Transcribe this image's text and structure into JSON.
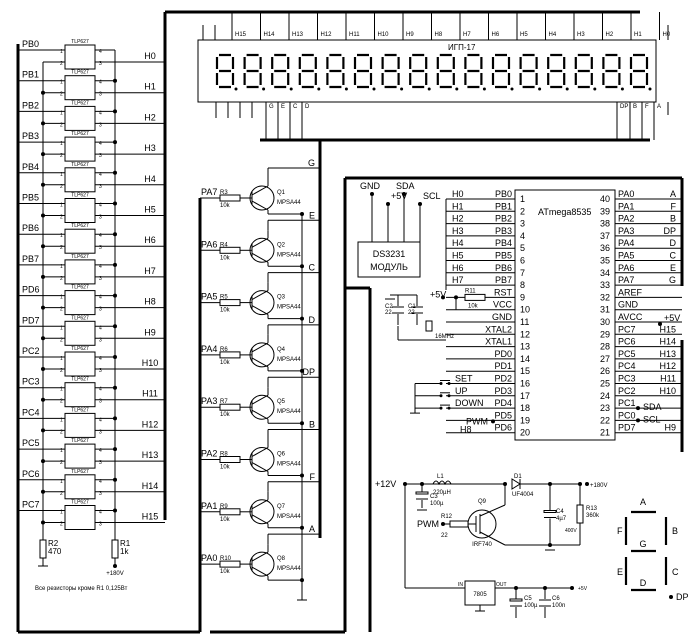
{
  "opto": {
    "part": "TLP627",
    "inputs": [
      "PB0",
      "PB1",
      "PB2",
      "PB3",
      "PB4",
      "PB5",
      "PB6",
      "PB7",
      "PD6",
      "PD7",
      "PC2",
      "PC3",
      "PC4",
      "PC5",
      "PC6",
      "PC7"
    ],
    "outputs": [
      "H0",
      "H1",
      "H2",
      "H3",
      "H4",
      "H5",
      "H6",
      "H7",
      "H8",
      "H9",
      "H10",
      "H11",
      "H12",
      "H13",
      "H14",
      "H15"
    ],
    "pin1": "1",
    "pin2": "2",
    "pin3": "3",
    "pin4": "4",
    "r2_name": "R2",
    "r2_value": "470",
    "r1_name": "R1",
    "r1_value": "1k",
    "supply": "+180V",
    "note": "Все резисторы кроме R1 0,125Вт"
  },
  "display": {
    "name": "ИГП-17",
    "top_pins": [
      "H15",
      "H14",
      "H13",
      "H12",
      "H11",
      "H10",
      "H9",
      "H8",
      "H7",
      "H6",
      "H5",
      "H4",
      "H3",
      "H2",
      "H1",
      "H0"
    ],
    "bottom_left_pins": [
      "G",
      "E",
      "C",
      "D"
    ],
    "bottom_right_pins": [
      "DP",
      "B",
      "F",
      "A"
    ],
    "digits": 16
  },
  "drivers": [
    {
      "port": "PA7",
      "r": "R3",
      "rv": "10k",
      "q": "Q1",
      "part": "MPSA44",
      "seg": "G"
    },
    {
      "port": "PA6",
      "r": "R4",
      "rv": "10k",
      "q": "Q2",
      "part": "MPSA44",
      "seg": "E"
    },
    {
      "port": "PA5",
      "r": "R5",
      "rv": "10k",
      "q": "Q3",
      "part": "MPSA44",
      "seg": "C"
    },
    {
      "port": "PA4",
      "r": "R6",
      "rv": "10k",
      "q": "Q4",
      "part": "MPSA44",
      "seg": "D"
    },
    {
      "port": "PA3",
      "r": "R7",
      "rv": "10k",
      "q": "Q5",
      "part": "MPSA44",
      "seg": "DP"
    },
    {
      "port": "PA2",
      "r": "R8",
      "rv": "10k",
      "q": "Q6",
      "part": "MPSA44",
      "seg": "B"
    },
    {
      "port": "PA1",
      "r": "R9",
      "rv": "10k",
      "q": "Q7",
      "part": "MPSA44",
      "seg": "F"
    },
    {
      "port": "PA0",
      "r": "R10",
      "rv": "10k",
      "q": "Q8",
      "part": "MPSA44",
      "seg": "A"
    }
  ],
  "rtc": {
    "line1": "DS3231",
    "line2": "МОДУЛЬ",
    "pins": [
      "GND",
      "+5V",
      "SDA",
      "SCL"
    ]
  },
  "mcu": {
    "name": "ATmega8535",
    "left": [
      {
        "n": "1",
        "p": "PB0",
        "net": "H0"
      },
      {
        "n": "2",
        "p": "PB1",
        "net": "H1"
      },
      {
        "n": "3",
        "p": "PB2",
        "net": "H2"
      },
      {
        "n": "4",
        "p": "PB3",
        "net": "H3"
      },
      {
        "n": "5",
        "p": "PB4",
        "net": "H4"
      },
      {
        "n": "6",
        "p": "PB5",
        "net": "H5"
      },
      {
        "n": "7",
        "p": "PB6",
        "net": "H6"
      },
      {
        "n": "8",
        "p": "PB7",
        "net": "H7"
      },
      {
        "n": "9",
        "p": "RST",
        "net": ""
      },
      {
        "n": "10",
        "p": "VCC",
        "net": ""
      },
      {
        "n": "11",
        "p": "GND",
        "net": ""
      },
      {
        "n": "12",
        "p": "XTAL2",
        "net": ""
      },
      {
        "n": "13",
        "p": "XTAL1",
        "net": ""
      },
      {
        "n": "14",
        "p": "PD0",
        "net": ""
      },
      {
        "n": "15",
        "p": "PD1",
        "net": ""
      },
      {
        "n": "16",
        "p": "PD2",
        "net": "SET"
      },
      {
        "n": "17",
        "p": "PD3",
        "net": "UP"
      },
      {
        "n": "18",
        "p": "PD4",
        "net": "DOWN"
      },
      {
        "n": "19",
        "p": "PD5",
        "net": "PWM"
      },
      {
        "n": "20",
        "p": "PD6",
        "net": "H8"
      }
    ],
    "right": [
      {
        "n": "40",
        "p": "PA0",
        "net": "A"
      },
      {
        "n": "39",
        "p": "PA1",
        "net": "F"
      },
      {
        "n": "38",
        "p": "PA2",
        "net": "B"
      },
      {
        "n": "37",
        "p": "PA3",
        "net": "DP"
      },
      {
        "n": "36",
        "p": "PA4",
        "net": "D"
      },
      {
        "n": "35",
        "p": "PA5",
        "net": "C"
      },
      {
        "n": "34",
        "p": "PA6",
        "net": "E"
      },
      {
        "n": "33",
        "p": "PA7",
        "net": "G"
      },
      {
        "n": "32",
        "p": "AREF",
        "net": ""
      },
      {
        "n": "31",
        "p": "GND",
        "net": ""
      },
      {
        "n": "30",
        "p": "AVCC",
        "net": "+5V"
      },
      {
        "n": "29",
        "p": "PC7",
        "net": "H15"
      },
      {
        "n": "28",
        "p": "PC6",
        "net": "H14"
      },
      {
        "n": "27",
        "p": "PC5",
        "net": "H13"
      },
      {
        "n": "26",
        "p": "PC4",
        "net": "H12"
      },
      {
        "n": "25",
        "p": "PC3",
        "net": "H11"
      },
      {
        "n": "24",
        "p": "PC2",
        "net": "H10"
      },
      {
        "n": "23",
        "p": "PC1",
        "net": "SDA"
      },
      {
        "n": "22",
        "p": "PC0",
        "net": "SCL"
      },
      {
        "n": "21",
        "p": "PD7",
        "net": "H9"
      }
    ],
    "r11": "R11",
    "r11v": "10k",
    "vcc_label": "+5V",
    "c1": "C1",
    "c1v": "22",
    "c2": "C2",
    "c2v": "22",
    "xtal": "16MHz"
  },
  "psu": {
    "vin": "+12V",
    "l1": "L1",
    "l1v": "220µH",
    "d1": "D1",
    "d1v": "UF4004",
    "c3": "C3",
    "c3v": "100µ",
    "q9": "Q9",
    "q9v": "IRF740",
    "pwm": "PWM",
    "r12": "R12",
    "r12v": "22",
    "c4": "C4",
    "c4v": "4µ7",
    "c4volt": "400V",
    "r13": "R13",
    "r13v": "360k",
    "vout": "+180V",
    "reg": "7805",
    "reg_in": "IN",
    "reg_out": "OUT",
    "c5": "C5",
    "c5v": "100µ",
    "c6": "C6",
    "c6v": "100n",
    "v5": "+5V"
  },
  "legend7": {
    "a": "A",
    "b": "B",
    "c": "C",
    "d": "D",
    "e": "E",
    "f": "F",
    "g": "G",
    "dp": "DP"
  }
}
